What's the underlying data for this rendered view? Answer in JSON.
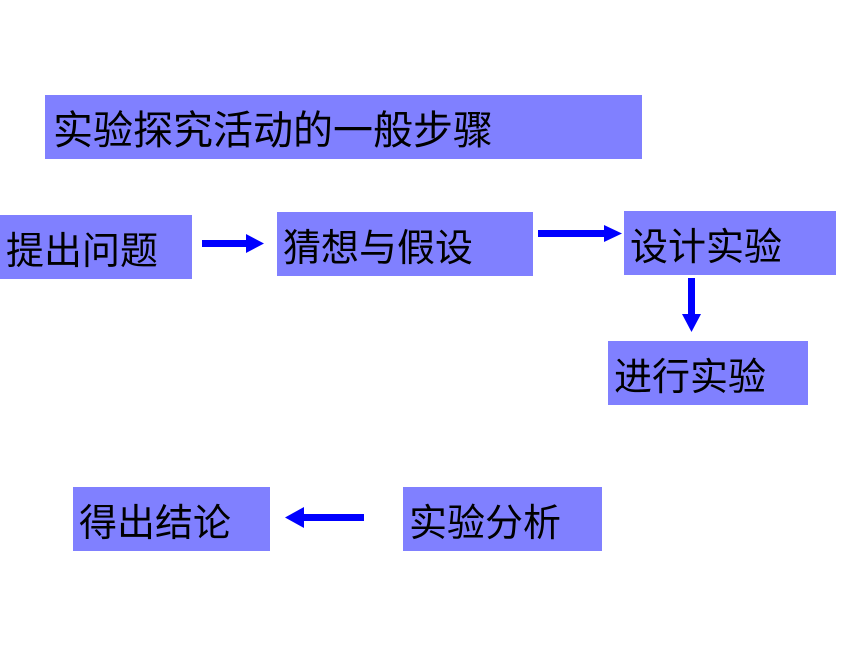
{
  "title": "实验探究活动的一般步骤",
  "steps": [
    {
      "label": "提出问题"
    },
    {
      "label": "猜想与假设"
    },
    {
      "label": "设计实验"
    },
    {
      "label": "进行实验"
    },
    {
      "label": "实验分析"
    },
    {
      "label": "得出结论"
    }
  ],
  "colors": {
    "box_fill": "#8080ff",
    "arrow": "#0000ff",
    "text": "#000000",
    "background": "#ffffff"
  }
}
